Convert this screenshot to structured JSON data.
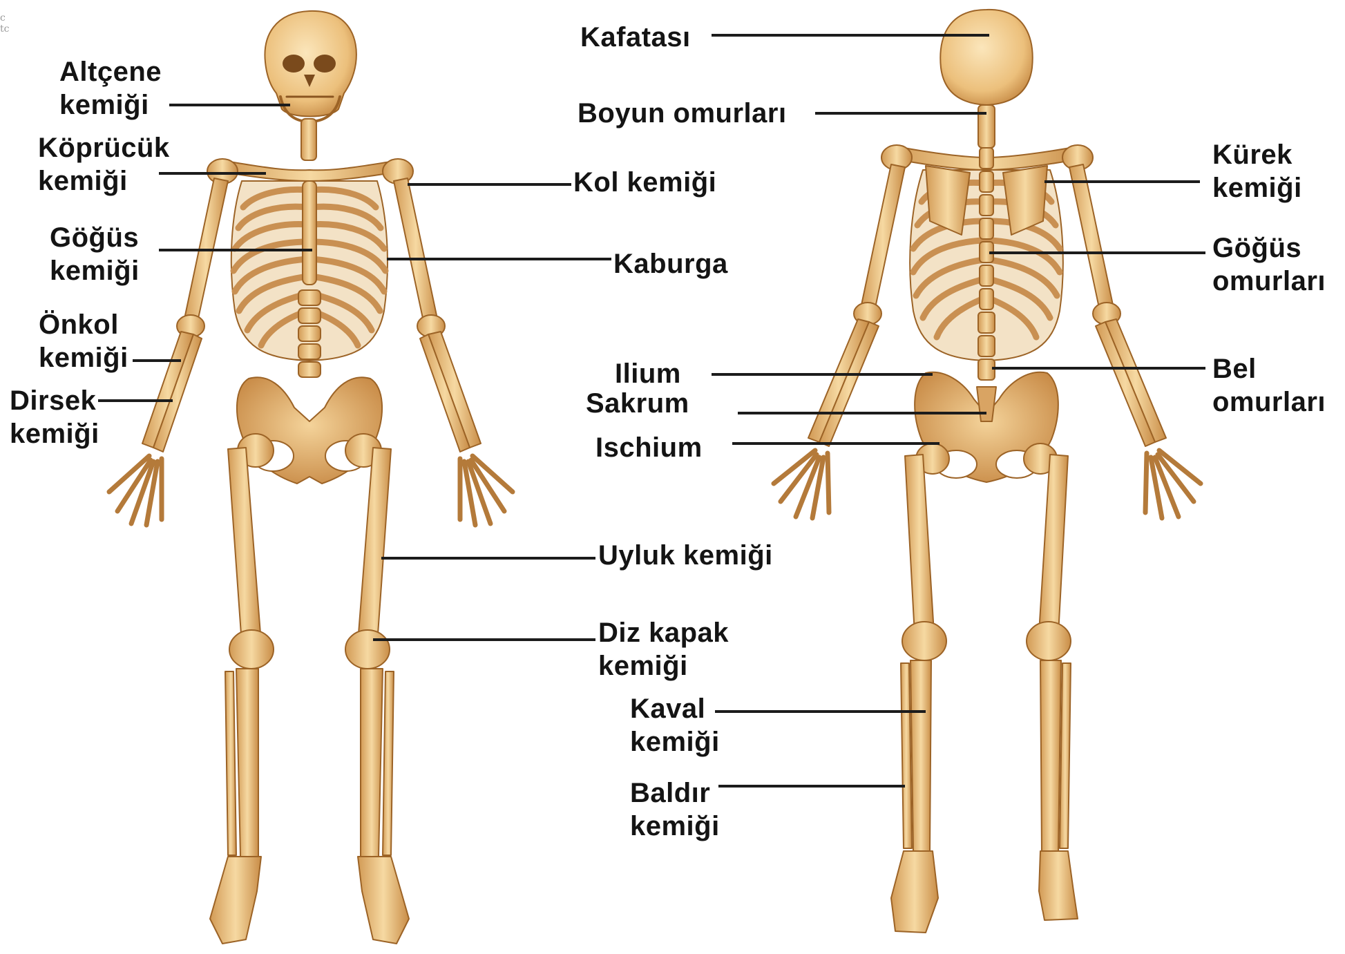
{
  "colors": {
    "bone": "#f1cf93",
    "bone_shade": "#cf9651",
    "bone_outline": "#9c6326",
    "leader_line": "#1c1c1c"
  },
  "corner_marks": [
    "c",
    "tc"
  ],
  "front_labels": {
    "jaw": [
      "Altçene",
      "kemiği"
    ],
    "collarbone": [
      "Köprücük",
      "kemiği"
    ],
    "arm": "Kol kemiği",
    "sternum": [
      "Göğüs",
      "kemiği"
    ],
    "rib": "Kaburga",
    "forearm": [
      "Önkol",
      "kemiği"
    ],
    "elbow": [
      "Dirsek",
      "kemiği"
    ],
    "femur": "Uyluk kemiği",
    "kneecap": [
      "Diz kapak",
      "kemiği"
    ]
  },
  "back_labels": {
    "skull": "Kafatası",
    "neck": "Boyun omurları",
    "scapula": [
      "Kürek",
      "kemiği"
    ],
    "thoracic": [
      "Göğüs",
      "omurları"
    ],
    "ilium": "Ilium",
    "lumbar": [
      "Bel",
      "omurları"
    ],
    "sacrum": "Sakrum",
    "ischium": "Ischium",
    "tibia": [
      "Kaval",
      "kemiği"
    ],
    "fibula": [
      "Baldır",
      "kemiği"
    ]
  }
}
